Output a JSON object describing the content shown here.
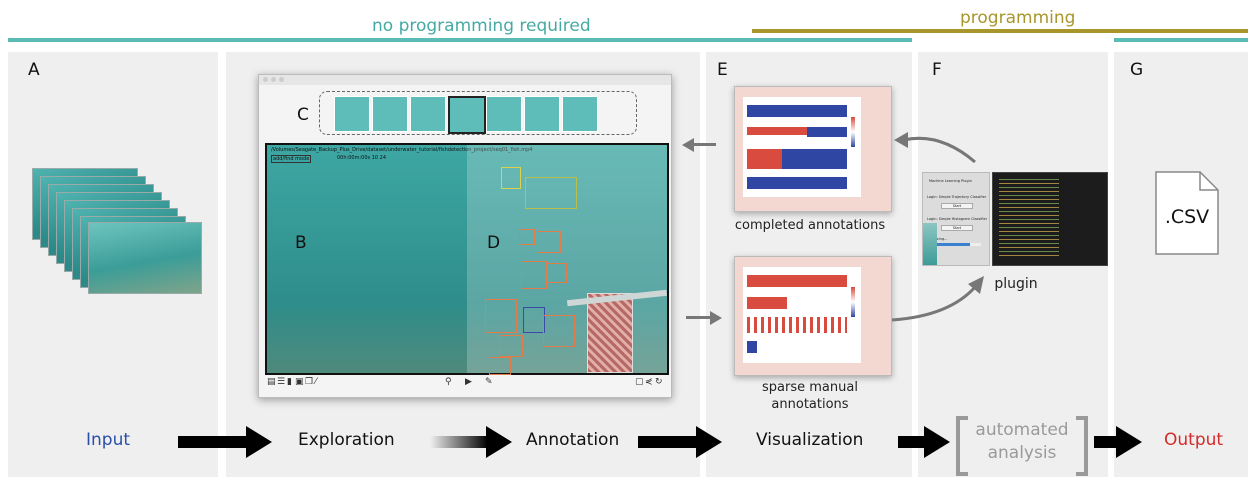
{
  "header": {
    "left_label": "no programming required",
    "right_label": "programming",
    "left_color": "#5bbcb6",
    "right_color": "#a8962a"
  },
  "panels": {
    "a": "A",
    "b": "B",
    "c": "C",
    "d": "D",
    "e": "E",
    "f": "F",
    "g": "G"
  },
  "stages": {
    "input": "Input",
    "exploration": "Exploration",
    "annotation": "Annotation",
    "visualization": "Visualization",
    "automated_line1": "automated",
    "automated_line2": "analysis",
    "output": "Output"
  },
  "stage_colors": {
    "input": "#2b4fa8",
    "output": "#d62a2a",
    "automated": "#9a9a9a"
  },
  "captions": {
    "completed": "completed  annotations",
    "sparse_line1": "sparse manual",
    "sparse_line2": "annotations",
    "plugin": "plugin"
  },
  "output_file": ".CSV",
  "app": {
    "path_text": "/Volumes/Seagate_Backup_Plus_Drive/dataset/underwater_tutorial/fishdetection_project/seq01_fish.mp4",
    "mode_text": "add/find mode",
    "time_text": "00h:00m:00s 10   24"
  },
  "plugin_ui": {
    "title": "Machine Learning Plugin",
    "item1": "Login: Simple Trajectory Classifier",
    "item1_btn": "Start",
    "item2": "Login: Simple Histogram Classifier",
    "item2_btn": "Start",
    "status": "Analyzing..."
  }
}
